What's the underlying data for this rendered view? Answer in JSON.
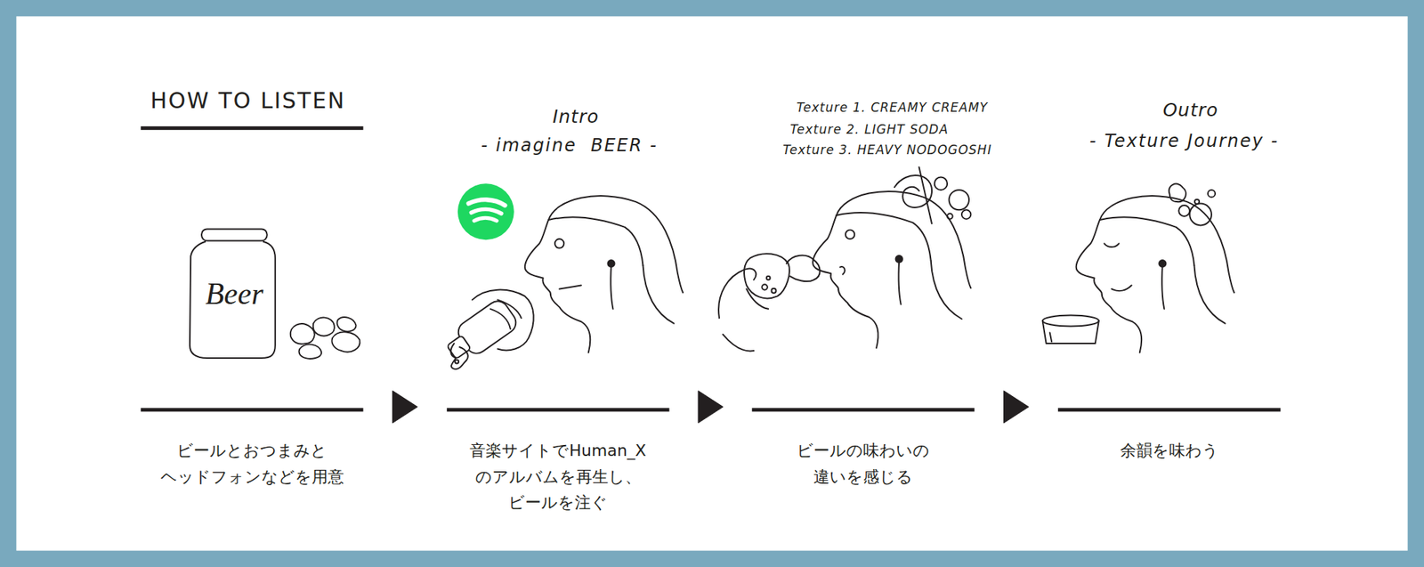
{
  "diagram": {
    "title": "HOW TO LISTEN",
    "nodes": [
      {
        "text": [
          "ビールとおつまみと ヘッドフォンなどを用意"
        ]
      },
      {
        "text": [
          "Intro",
          "- imagine  BEER -",
          "音楽サイトでHuman_X のアルバムを再生し、 ビールを注ぐ"
        ]
      },
      {
        "text": [
          "Texture 1. CREAMY CREAMY",
          "Texture 2. LIGHT SODA",
          "Texture 3. HEAVY NODOGOSHI",
          "ビールの味わいの 違いを感じる"
        ]
      },
      {
        "text": [
          "Outro",
          "- Texture Journey -",
          "余韻を味わう"
        ]
      }
    ],
    "edges": [
      {
        "from": 0,
        "to": 1,
        "arrow": "to"
      },
      {
        "from": 1,
        "to": 2,
        "arrow": "to"
      },
      {
        "from": 2,
        "to": 3,
        "arrow": "to"
      }
    ],
    "labels": [
      "Beer"
    ]
  }
}
